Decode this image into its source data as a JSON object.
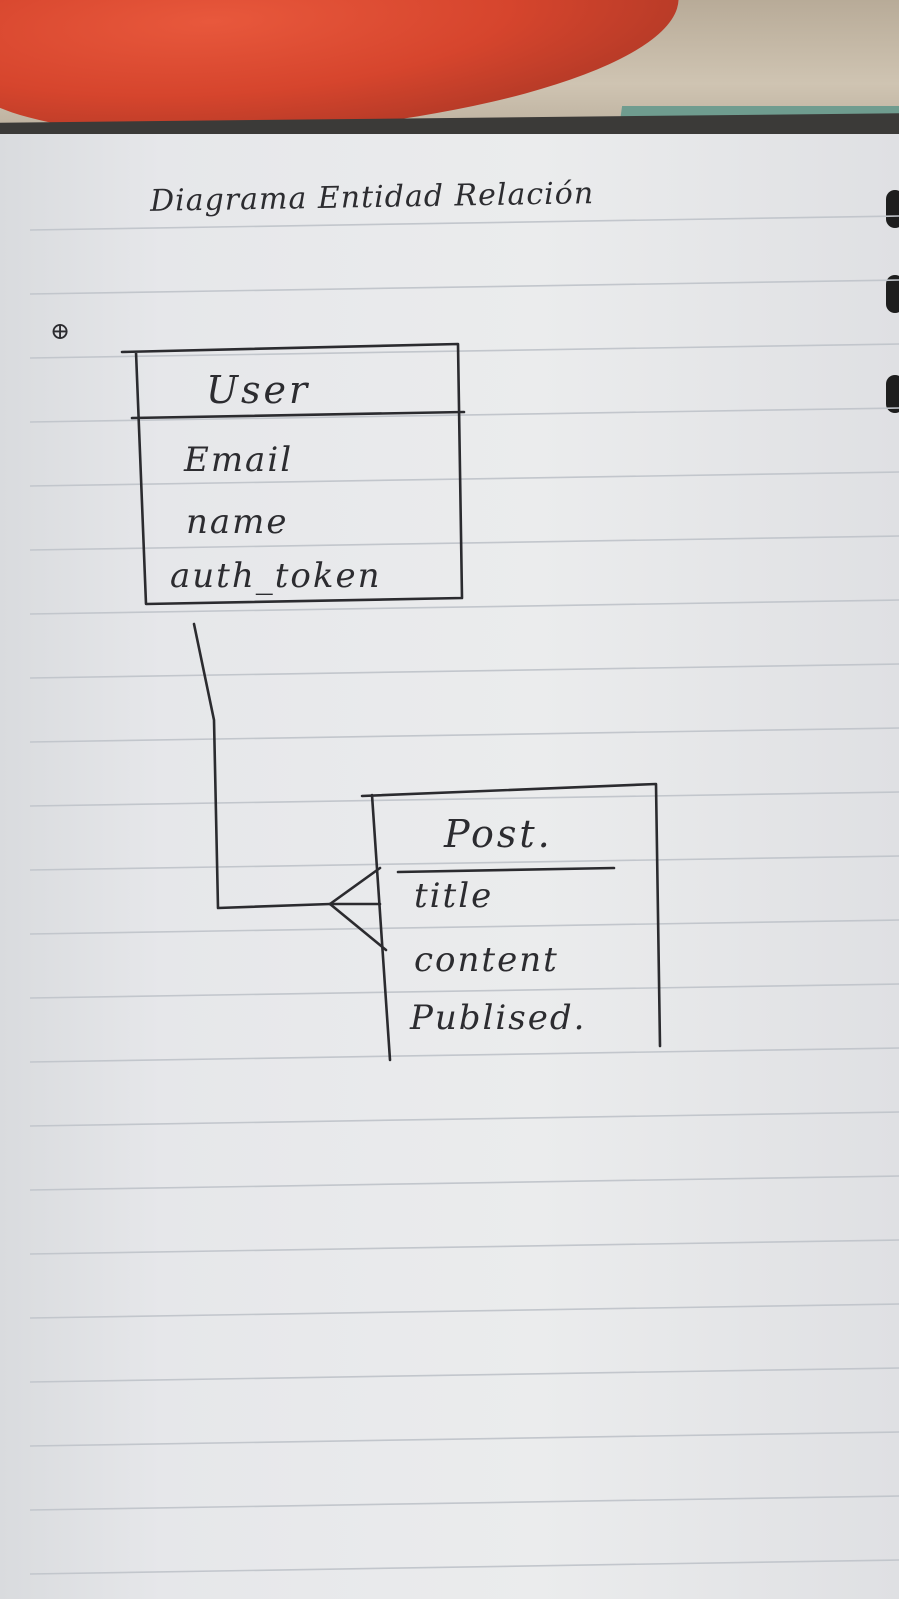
{
  "title": "Diagrama Entidad Relación",
  "marker": "⊕",
  "entities": {
    "user": {
      "name": "User",
      "attributes": [
        "Email",
        "name",
        "auth_token"
      ]
    },
    "post": {
      "name": "Post.",
      "attributes": [
        "title",
        "content",
        "Publised."
      ]
    }
  },
  "relationship": {
    "from": "User",
    "to": "Post.",
    "cardinality": "one-to-many"
  }
}
